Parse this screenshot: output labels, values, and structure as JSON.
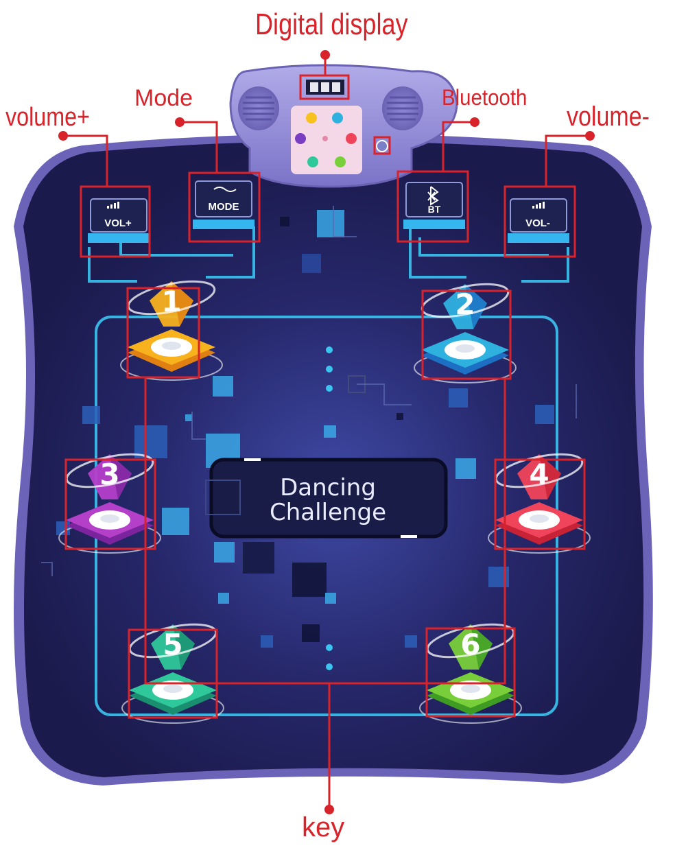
{
  "callouts": {
    "digital_display": "Digital display",
    "mode": "Mode",
    "bluetooth": "Bluetooth",
    "volume_plus": "volume+",
    "volume_minus": "volume-",
    "key": "key"
  },
  "mat_buttons": {
    "vol_plus": "VOL+",
    "mode": "MODE",
    "bt": "BT",
    "vol_minus": "VOL-"
  },
  "center_title": {
    "line1": "Dancing",
    "line2": "Challenge"
  },
  "pads": [
    {
      "number": "1",
      "color": "#f7b21e",
      "dark": "#e07f12"
    },
    {
      "number": "2",
      "color": "#2fb1e0",
      "dark": "#1c6fc2"
    },
    {
      "number": "3",
      "color": "#b43fc9",
      "dark": "#7c249e"
    },
    {
      "number": "4",
      "color": "#f0445a",
      "dark": "#c72235"
    },
    {
      "number": "5",
      "color": "#2fc89a",
      "dark": "#1a8f6f"
    },
    {
      "number": "6",
      "color": "#79cf3a",
      "dark": "#3f9c22"
    }
  ],
  "colors": {
    "callout_red": "#d9232a",
    "mat_fill": "#232058",
    "mat_border": "#6a63b8",
    "circuit_cyan": "#3cc4f0",
    "console_purple": "#8f88d6"
  }
}
